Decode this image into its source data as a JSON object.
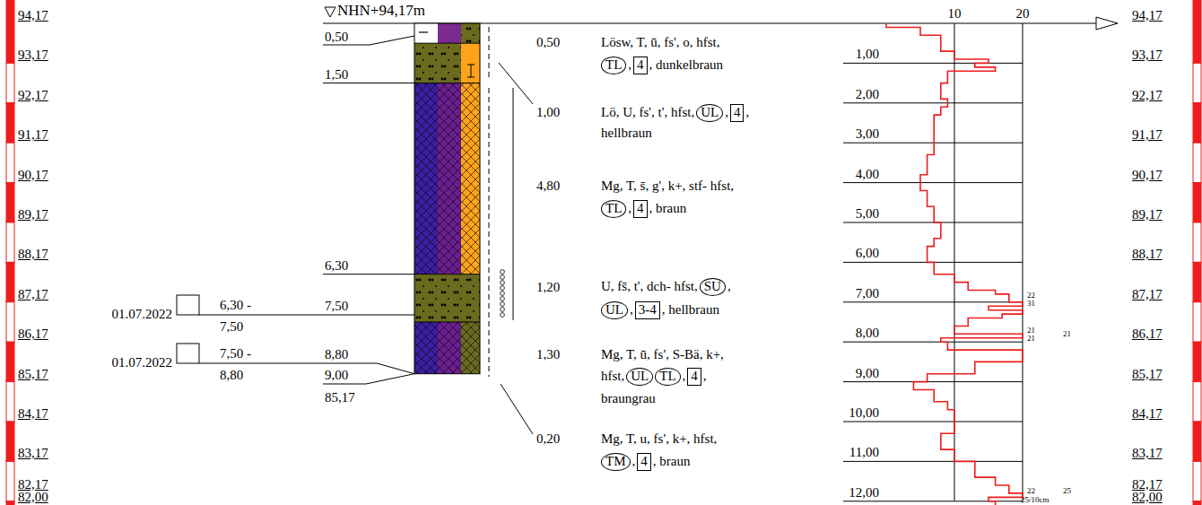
{
  "diagram": {
    "labels": [
      "94,17",
      "93,17",
      "92,17",
      "91,17",
      "90,17",
      "89,17",
      "88,17",
      "87,17",
      "86,17",
      "85,17",
      "84,17",
      "83,17",
      "82,17",
      "82,00",
      "94,17",
      "93,17",
      "92,17",
      "91,17",
      "90,17",
      "89,17",
      "88,17",
      "87,17",
      "86,17",
      "85,17",
      "84,17",
      "83,17",
      "82,17",
      "82,00",
      "NHN+94,17m",
      "0,50",
      "1,50",
      "6,30",
      "7,50",
      "8,80",
      "9,00",
      "85,17",
      "01.07.2022",
      "6,30 -",
      "7,50",
      "01.07.2022",
      "7,50 -",
      "8,80",
      "0,50",
      "1,00",
      "4,80",
      "1,20",
      "1,30",
      "0,20",
      "Lösw, T, ū, fs', o, hfst,",
      "TL",
      ",",
      "4",
      ", dunkelbraun",
      "Lö, U, fs', t', hfst,",
      "UL",
      ",",
      "4",
      ",",
      "hellbraun",
      "Mg, T, s̄, g', k+, stf- hfst,",
      "TL",
      ",",
      "4",
      ", braun",
      "U, fs̄, t', dch- hfst,",
      "SU",
      ",",
      "UL",
      ",",
      "3-4",
      ", hellbraun",
      "Mg, T, ū, fs', S-Bä, k+,",
      "hfst,",
      "UL",
      "TL",
      ",",
      "4",
      ",",
      "braungrau",
      "Mg, T, u, fs', k+, hfst,",
      "TM",
      ",",
      "4",
      ", braun",
      "10",
      "20",
      "1,00",
      "2,00",
      "3,00",
      "4,00",
      "5,00",
      "6,00",
      "7,00",
      "8,00",
      "9,00",
      "10,00",
      "11,00",
      "12,00",
      "22",
      "31",
      "21",
      "21",
      "21",
      "22",
      "25",
      "25/10cm"
    ]
  }
}
